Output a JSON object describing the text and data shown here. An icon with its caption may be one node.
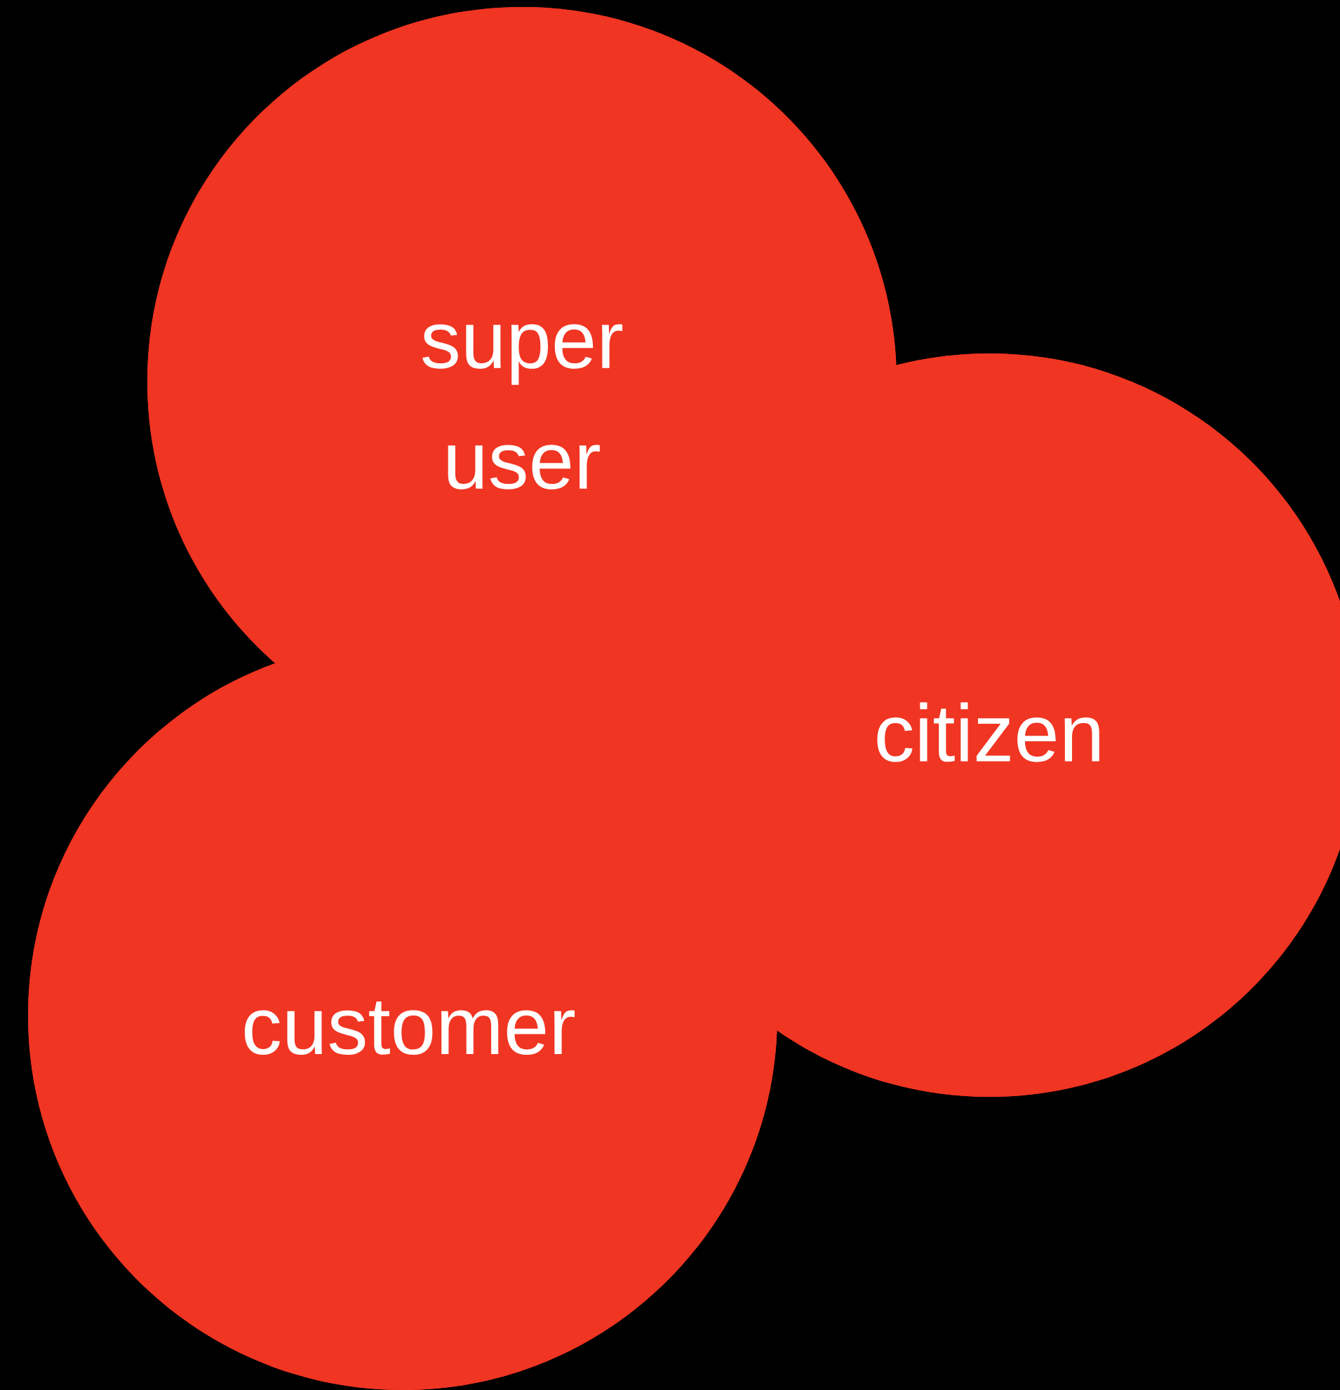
{
  "diagram": {
    "nodes": [
      {
        "text": [
          "super user"
        ]
      },
      {
        "text": [
          "citizen"
        ]
      },
      {
        "text": [
          "customer"
        ]
      }
    ]
  }
}
